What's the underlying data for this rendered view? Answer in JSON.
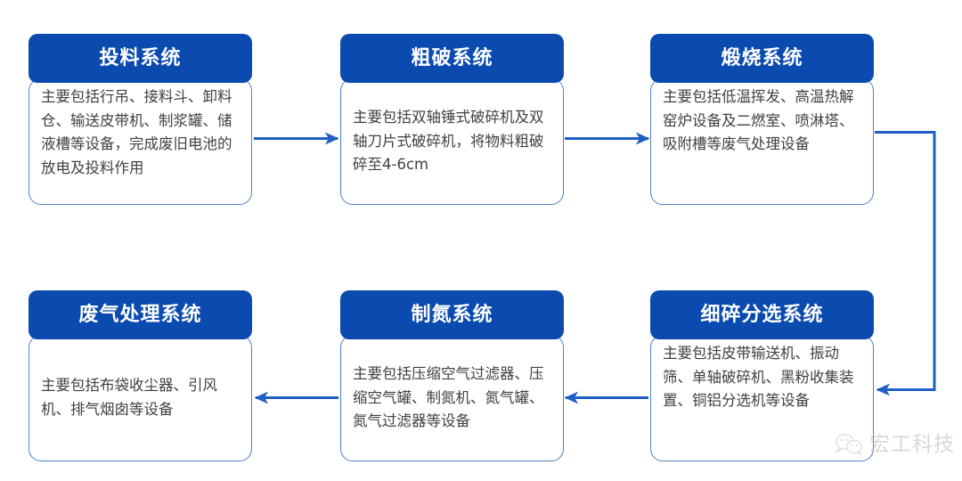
{
  "diagram": {
    "type": "process-flow",
    "title": "",
    "colors": {
      "header_bg": "#0B4BAF",
      "header_text": "#FFFFFF",
      "body_border": "#4F81C7",
      "body_bg": "#FFFFFF",
      "body_text": "#414141",
      "connector": "#1F5FC4",
      "watermark": "#B9B9B9"
    },
    "nodes": [
      {
        "id": "feeding",
        "title": "投料系统",
        "description": "主要包括行吊、接料斗、卸料仓、输送皮带机、制浆罐、储液槽等设备，完成废旧电池的放电及投料作用"
      },
      {
        "id": "coarse-crushing",
        "title": "粗破系统",
        "description": "主要包括双轴锤式破碎机及双轴刀片式破碎机，将物料粗破碎至4-6cm"
      },
      {
        "id": "calcination",
        "title": "煅烧系统",
        "description": "主要包括低温挥发、高温热解窑炉设备及二燃室、喷淋塔、吸附槽等废气处理设备"
      },
      {
        "id": "exhaust-gas-treatment",
        "title": "废气处理系统",
        "description": "主要包括布袋收尘器、引风机、排气烟囱等设备"
      },
      {
        "id": "nitrogen-generation",
        "title": "制氮系统",
        "description": "主要包括压缩空气过滤器、压缩空气罐、制氮机、氮气罐、氮气过滤器等设备"
      },
      {
        "id": "fine-crushing-sorting",
        "title": "细碎分选系统",
        "description": "主要包括皮带输送机、振动筛、单轴破碎机、黑粉收集装置、铜铝分选机等设备"
      }
    ],
    "connections": [
      {
        "from": "feeding",
        "to": "coarse-crushing",
        "direction": "right"
      },
      {
        "from": "coarse-crushing",
        "to": "calcination",
        "direction": "right"
      },
      {
        "from": "calcination",
        "to": "fine-crushing-sorting",
        "direction": "wrap-down-left"
      },
      {
        "from": "fine-crushing-sorting",
        "to": "nitrogen-generation",
        "direction": "left"
      },
      {
        "from": "nitrogen-generation",
        "to": "exhaust-gas-treatment",
        "direction": "left"
      }
    ]
  },
  "watermark": {
    "icon": "wechat-icon",
    "label": "宏工科技"
  }
}
